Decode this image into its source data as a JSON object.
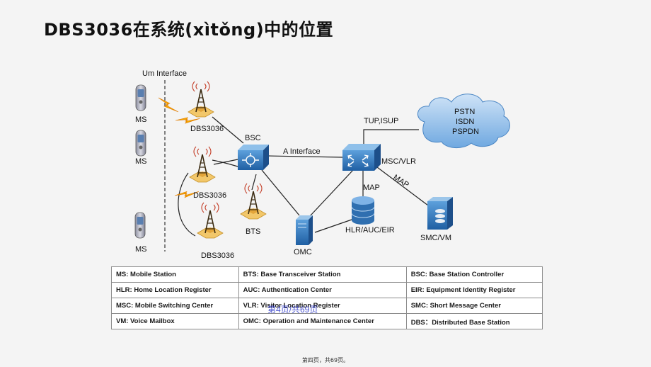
{
  "title": "DBS3036在系统(xìtǒng)中的位置",
  "diagram": {
    "um_interface": "Um Interface",
    "ms_labels": [
      "MS",
      "MS",
      "MS"
    ],
    "dbs_labels": [
      "DBS3036",
      "DBS3036",
      "DBS3036"
    ],
    "bts": "BTS",
    "bsc": "BSC",
    "a_interface": "A  Interface",
    "msc_vlr": "MSC/VLR",
    "tup_isup": "TUP,ISUP",
    "cloud_lines": [
      "PSTN",
      "ISDN",
      "PSPDN"
    ],
    "map_vertical": "MAP",
    "map_diagonal": "MAP",
    "hlr": "HLR/AUC/EIR",
    "omc": "OMC",
    "smc": "SMC/VM"
  },
  "legend": {
    "rows": [
      [
        "MS: Mobile Station",
        "BTS: Base Transceiver Station",
        "BSC: Base Station Controller"
      ],
      [
        "HLR: Home Location Register",
        "AUC: Authentication Center",
        "EIR: Equipment Identity Register"
      ],
      [
        "MSC: Mobile Switching Center",
        "VLR: Visitor Location Register",
        "SMC: Short  Message Center"
      ],
      [
        "VM: Voice Mailbox",
        "OMC: Operation and Maintenance Center",
        "DBS：Distributed Base Station"
      ]
    ]
  },
  "overlay_text": "第4页/共69页",
  "footer": "第四页，共69页。",
  "colors": {
    "device_blue": "#2a6fb5",
    "tower_gold": "#e8b84a",
    "lightning": "#f5a800",
    "cloud": "#7fb3e6"
  }
}
